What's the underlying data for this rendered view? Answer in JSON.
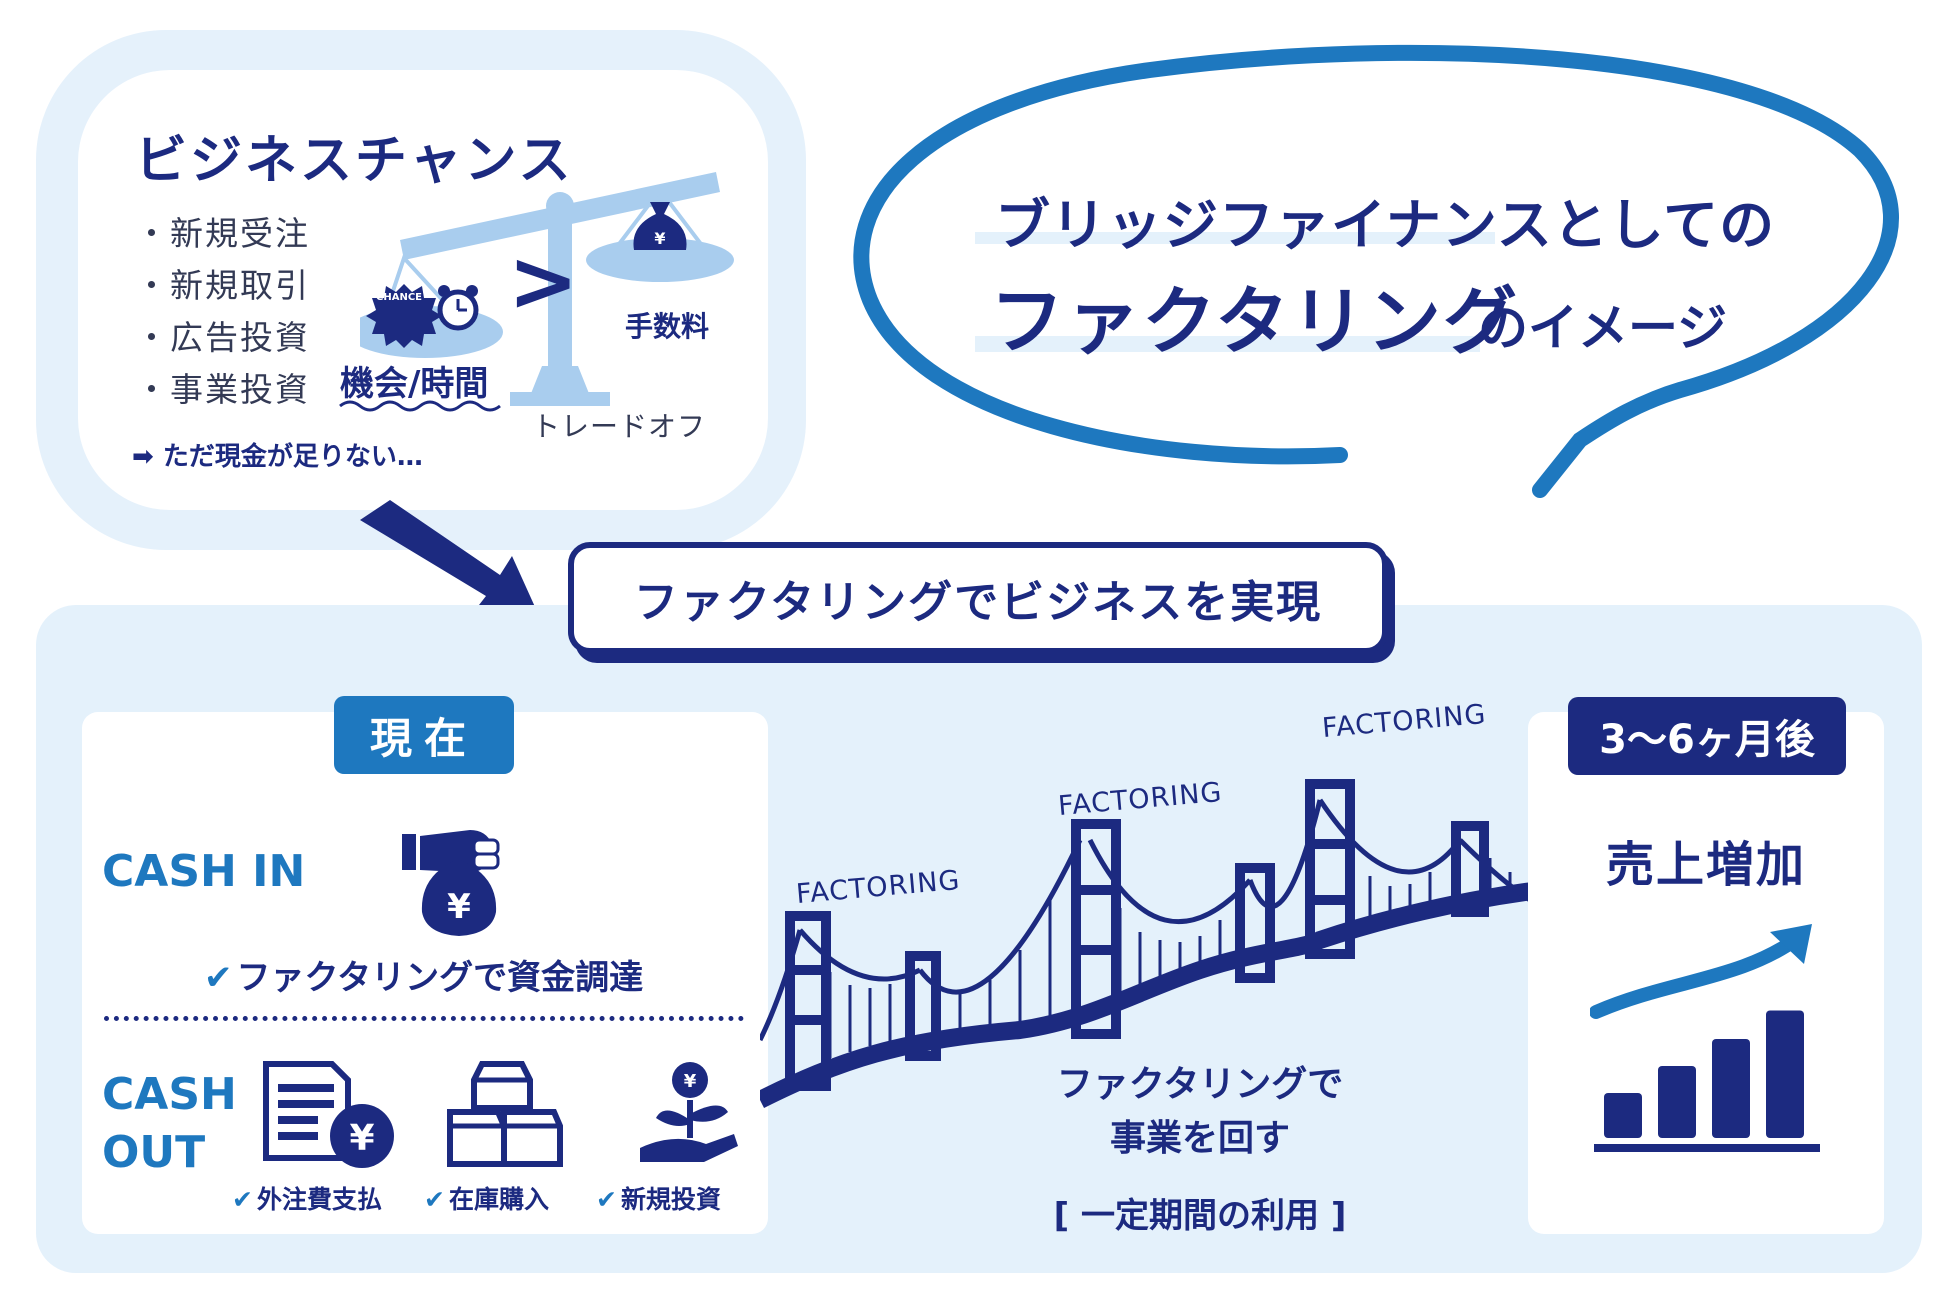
{
  "top": {
    "chance_title": "ビジネスチャンス",
    "chance_items": [
      "・新規受注",
      "・新規取引",
      "・広告投資",
      "・事業投資"
    ],
    "shortfall": "➡ ただ現金が足りない…",
    "chance_badge": "CHANCE",
    "opportunity_label": "機会/時間",
    "fee_label": "手数料",
    "tradeoff_label": "トレードオフ",
    "comparison_symbol": ">"
  },
  "headline": {
    "line1": "ブリッジファイナンスとしての",
    "line2_main": "ファクタリング",
    "line2_tail": "のイメージ"
  },
  "banner": {
    "text": "ファクタリングでビジネスを実現"
  },
  "current": {
    "tag": "現在",
    "cash_in_label": "CASH IN",
    "cash_in_note": "ファクタリングで資金調達",
    "cash_out_label_1": "CASH",
    "cash_out_label_2": "OUT",
    "out_items": [
      "外注費支払",
      "在庫購入",
      "新規投資"
    ],
    "check_mark": "✔",
    "yen": "¥"
  },
  "bridge": {
    "labels": [
      "FACTORING",
      "FACTORING",
      "FACTORING"
    ],
    "caption_1": "ファクタリングで",
    "caption_2": "事業を回す",
    "period": "[ 一定期間の利用 ]"
  },
  "future": {
    "tag": "3〜6ヶ月後",
    "title": "売上増加",
    "bar_levels": [
      0.3,
      0.48,
      0.66,
      0.85
    ]
  },
  "colors": {
    "navy": "#1c2a80",
    "blue": "#1e78bf",
    "light_blue": "#e4f1fb",
    "scale_blue": "#a9cdee"
  }
}
